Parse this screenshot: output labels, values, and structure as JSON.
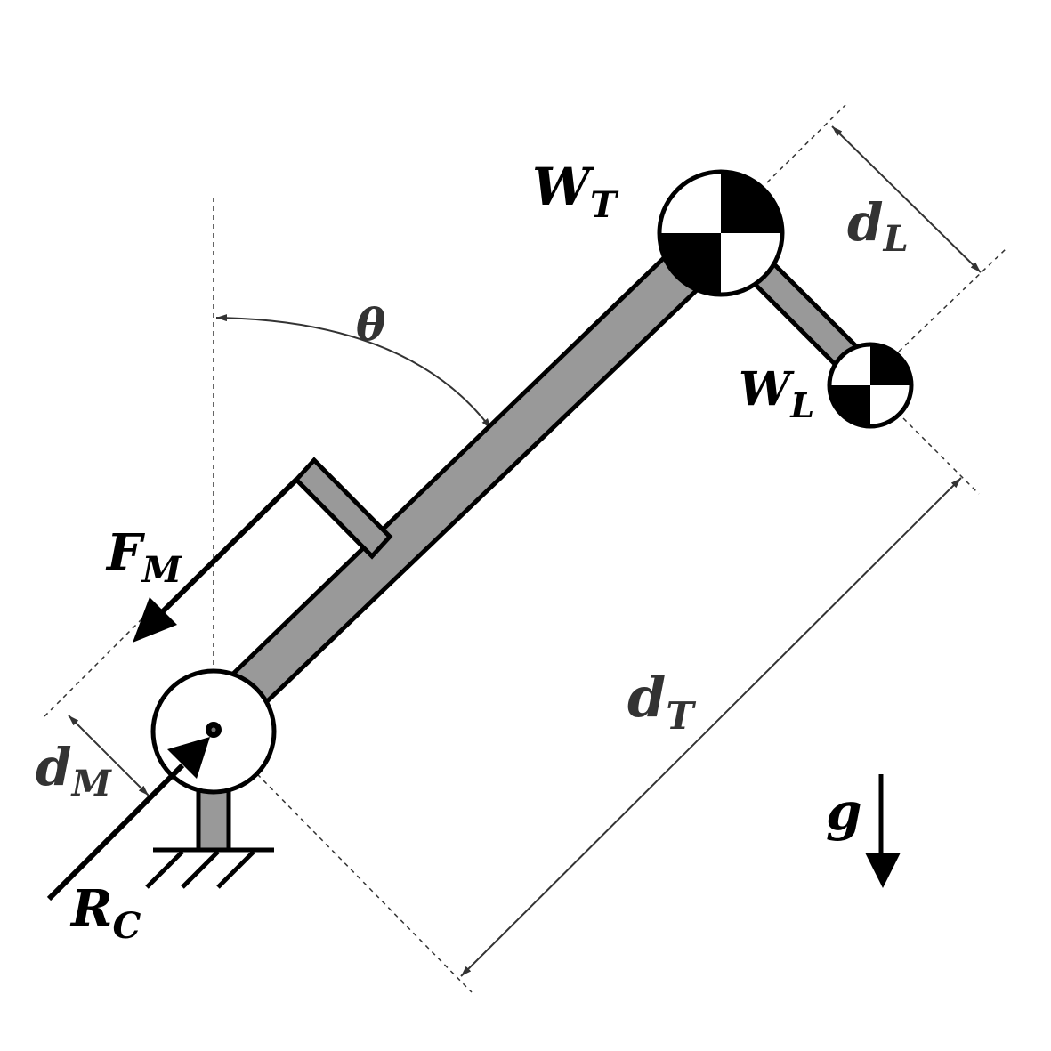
{
  "labels": {
    "wt_main": "W",
    "wt_sub": "T",
    "wl_main": "W",
    "wl_sub": "L",
    "dl_main": "d",
    "dl_sub": "L",
    "theta": "θ",
    "fm_main": "F",
    "fm_sub": "M",
    "dt_main": "d",
    "dt_sub": "T",
    "dm_main": "d",
    "dm_sub": "M",
    "rc_main": "R",
    "rc_sub": "C",
    "g": "g"
  },
  "colors": {
    "link_fill": "#999999",
    "outline": "#000000",
    "dim_line": "#333333",
    "mass_dark": "#000000",
    "mass_light": "#ffffff"
  },
  "icons": {
    "wt": "center-of-mass-symbol",
    "wl": "center-of-mass-symbol",
    "pivot": "revolute-joint",
    "ground": "fixed-ground-hatch"
  }
}
